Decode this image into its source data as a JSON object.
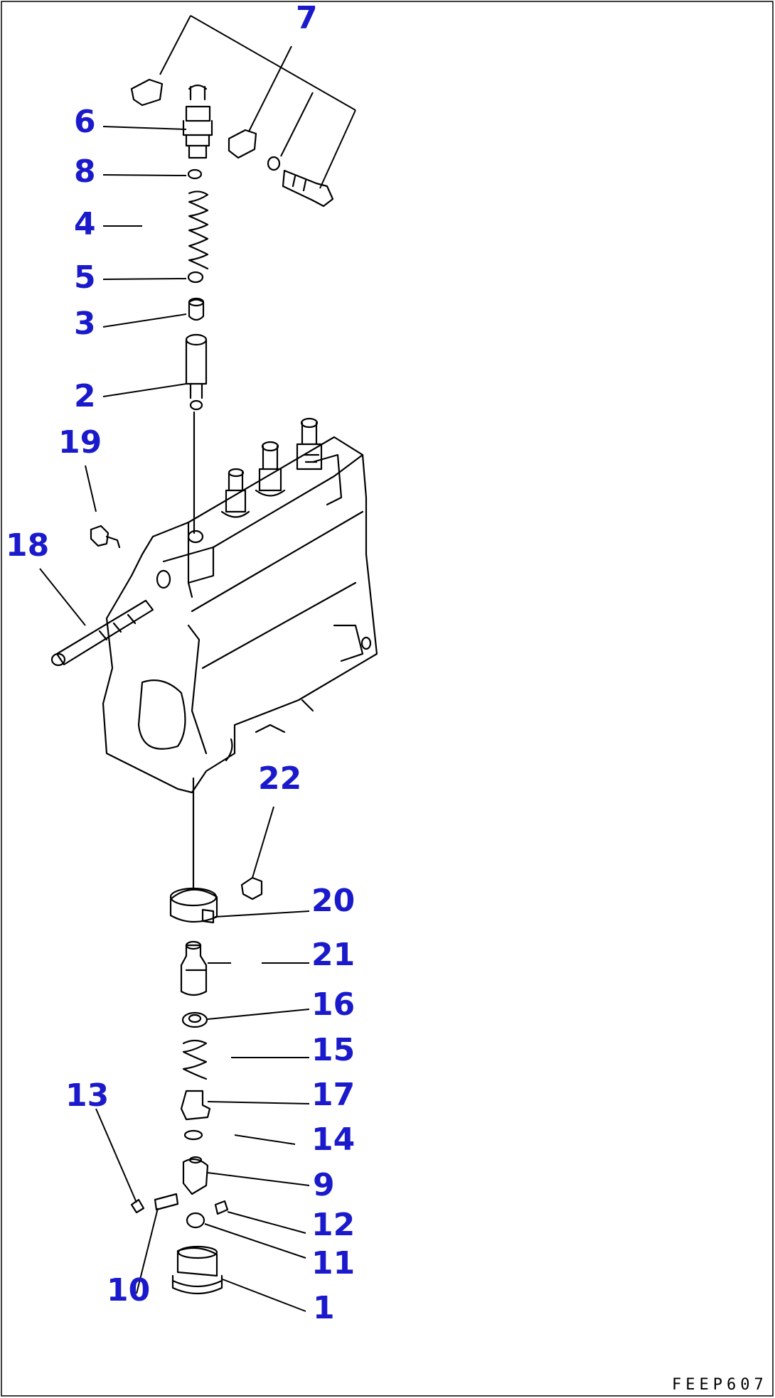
{
  "callouts": {
    "c1": "1",
    "c2": "2",
    "c3": "3",
    "c4": "4",
    "c5": "5",
    "c6": "6",
    "c7": "7",
    "c8": "8",
    "c9": "9",
    "c10": "10",
    "c11": "11",
    "c12": "12",
    "c13": "13",
    "c14": "14",
    "c15": "15",
    "c16": "16",
    "c17": "17",
    "c18": "18",
    "c19": "19",
    "c20": "20",
    "c21": "21",
    "c22": "22"
  },
  "drawing_code": "FEEP607"
}
